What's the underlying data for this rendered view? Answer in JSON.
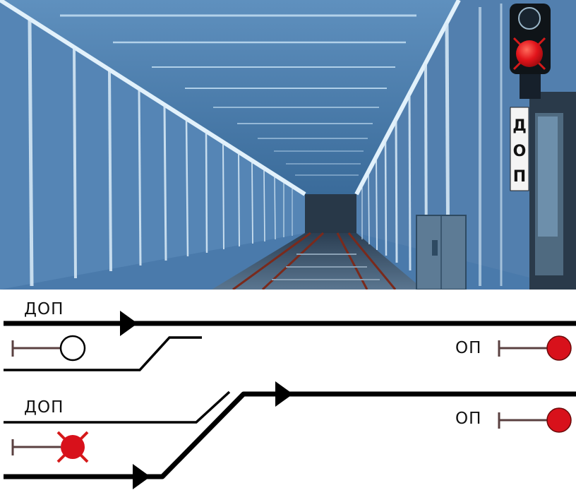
{
  "scene": {
    "signal_plate_letters": [
      "Д",
      "О",
      "П"
    ],
    "colors": {
      "tunnel_blue": "#4f7fae",
      "signal_red": "#e2141b",
      "rail": "#0b0b0b"
    }
  },
  "schema": {
    "track1": {
      "label": "ДОП",
      "far_signal_label": "ОП",
      "near_signal_state": "open"
    },
    "track2": {
      "label": "ДОП",
      "far_signal_label": "ОП",
      "near_signal_state": "closed"
    }
  }
}
